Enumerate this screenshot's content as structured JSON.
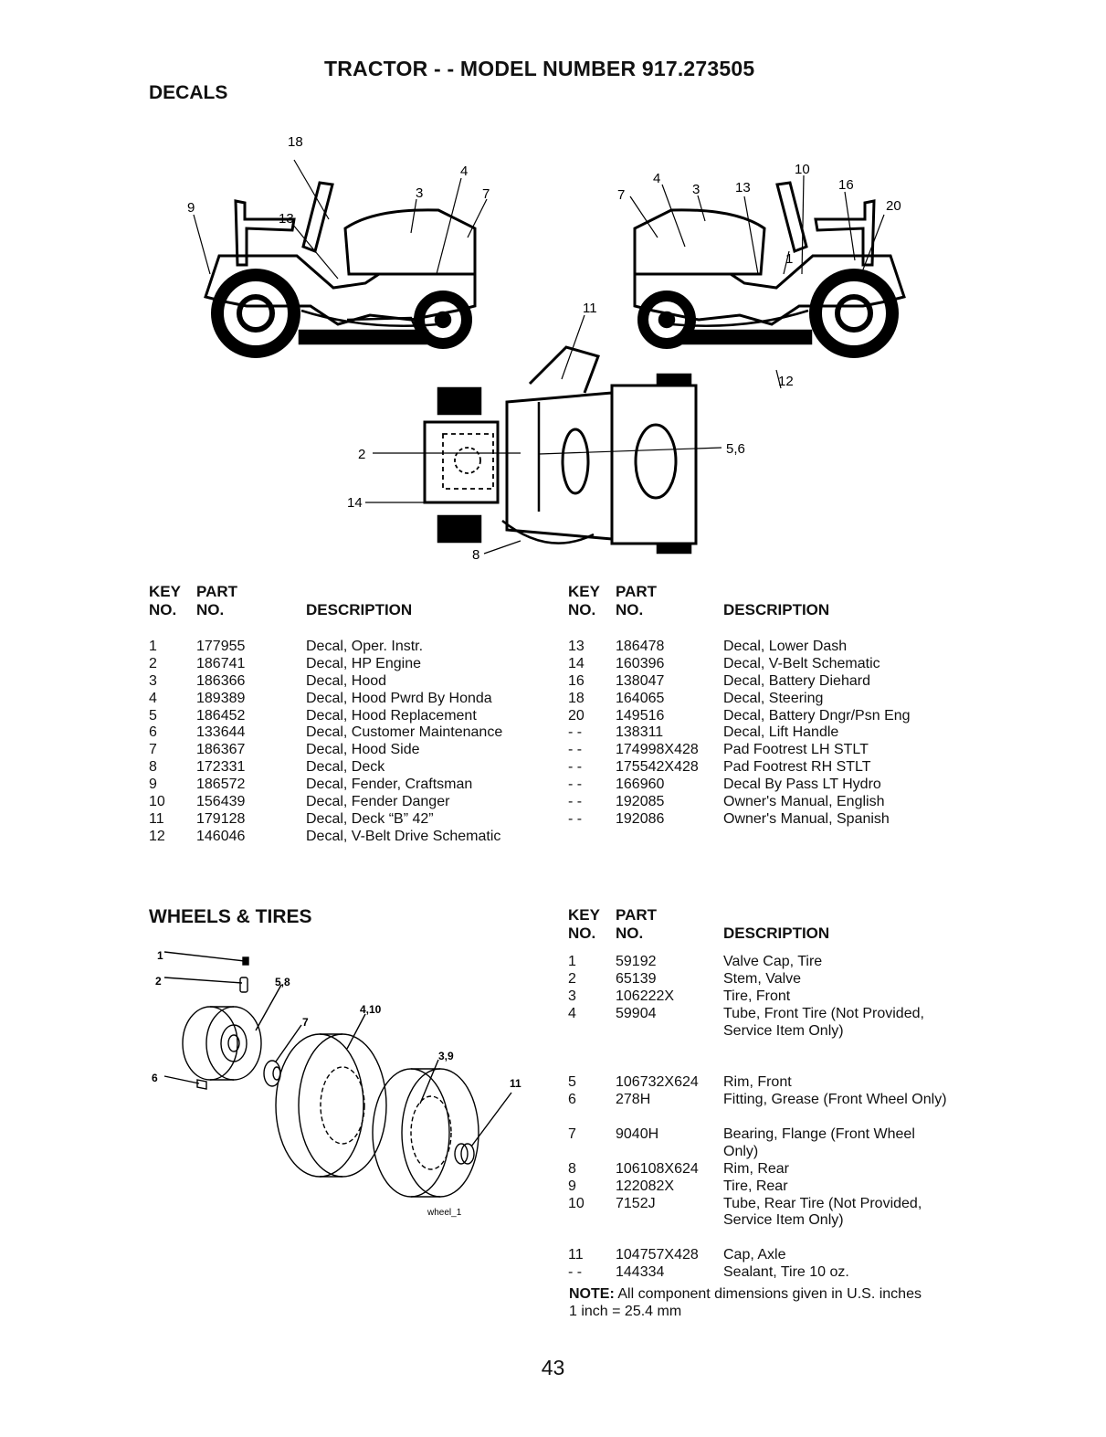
{
  "title": "TRACTOR - - MODEL NUMBER 917.273505",
  "decals": {
    "heading": "DECALS",
    "callouts": {
      "c18": "18",
      "c9": "9",
      "c13a": "13",
      "c3a": "3",
      "c4a": "4",
      "c7a": "7",
      "c7b": "7",
      "c4b": "4",
      "c3b": "3",
      "c13b": "13",
      "c10": "10",
      "c16": "16",
      "c20": "20",
      "c1": "1",
      "c11": "11",
      "c12": "12",
      "c2": "2",
      "c14": "14",
      "c56": "5,6",
      "c8": "8"
    },
    "header": {
      "key1": "KEY",
      "key2": "NO.",
      "part1": "PART",
      "part2": "NO.",
      "desc": "DESCRIPTION"
    },
    "left_rows": [
      {
        "key": "1",
        "part": "177955",
        "desc": "Decal, Oper. Instr."
      },
      {
        "key": "2",
        "part": "186741",
        "desc": "Decal, HP Engine"
      },
      {
        "key": "3",
        "part": "186366",
        "desc": "Decal, Hood"
      },
      {
        "key": "4",
        "part": "189389",
        "desc": "Decal, Hood Pwrd By Honda"
      },
      {
        "key": "5",
        "part": "186452",
        "desc": "Decal,  Hood Replacement"
      },
      {
        "key": "6",
        "part": "133644",
        "desc": "Decal, Customer Maintenance"
      },
      {
        "key": "7",
        "part": "186367",
        "desc": "Decal, Hood Side"
      },
      {
        "key": "8",
        "part": "172331",
        "desc": "Decal, Deck"
      },
      {
        "key": "9",
        "part": "186572",
        "desc": "Decal, Fender, Craftsman"
      },
      {
        "key": "10",
        "part": "156439",
        "desc": "Decal, Fender Danger"
      },
      {
        "key": "11",
        "part": "179128",
        "desc": "Decal, Deck “B” 42”"
      },
      {
        "key": "12",
        "part": "146046",
        "desc": "Decal, V-Belt Drive Schematic"
      }
    ],
    "right_rows": [
      {
        "key": "13",
        "part": "186478",
        "desc": "Decal, Lower Dash"
      },
      {
        "key": "14",
        "part": "160396",
        "desc": "Decal, V-Belt Schematic"
      },
      {
        "key": "16",
        "part": "138047",
        "desc": "Decal, Battery Diehard"
      },
      {
        "key": "18",
        "part": "164065",
        "desc": "Decal, Steering"
      },
      {
        "key": "20",
        "part": "149516",
        "desc": "Decal, Battery Dngr/Psn Eng"
      },
      {
        "key": "- -",
        "part": "138311",
        "desc": "Decal, Lift Handle"
      },
      {
        "key": "- -",
        "part": "174998X428",
        "desc": "Pad Footrest LH STLT"
      },
      {
        "key": "- -",
        "part": "175542X428",
        "desc": "Pad Footrest RH STLT"
      },
      {
        "key": "- -",
        "part": "166960",
        "desc": "Decal By Pass  LT Hydro"
      },
      {
        "key": "- -",
        "part": "192085",
        "desc": "Owner's Manual, English"
      },
      {
        "key": "- -",
        "part": "192086",
        "desc": "Owner's Manual, Spanish"
      }
    ]
  },
  "wheels": {
    "heading": "WHEELS & TIRES",
    "callouts": {
      "c1": "1",
      "c2": "2",
      "c58": "5,8",
      "c410": "4,10",
      "c7": "7",
      "c39": "3,9",
      "c11": "11",
      "c6": "6",
      "fig": "wheel_1"
    },
    "header": {
      "key1": "KEY",
      "key2": "NO.",
      "part1": "PART",
      "part2": "NO.",
      "desc": "DESCRIPTION"
    },
    "rows": [
      {
        "key": "1",
        "part": "59192",
        "desc": "Valve Cap, Tire"
      },
      {
        "key": "2",
        "part": "65139",
        "desc": "Stem, Valve"
      },
      {
        "key": "3",
        "part": "106222X",
        "desc": "Tire, Front"
      },
      {
        "key": "4",
        "part": "59904",
        "desc": "Tube, Front Tire (Not Provided, Service Item Only)"
      },
      {
        "key": "5",
        "part": "106732X624",
        "desc": "Rim, Front"
      },
      {
        "key": "6",
        "part": "278H",
        "desc": "Fitting, Grease (Front Wheel Only)"
      },
      {
        "key": "7",
        "part": "9040H",
        "desc": "Bearing, Flange (Front Wheel Only)"
      },
      {
        "key": "8",
        "part": "106108X624",
        "desc": "Rim, Rear"
      },
      {
        "key": "9",
        "part": "122082X",
        "desc": "Tire, Rear"
      },
      {
        "key": "10",
        "part": "7152J",
        "desc": "Tube, Rear Tire (Not Provided, Service Item Only)"
      },
      {
        "key": "11",
        "part": "104757X428",
        "desc": "Cap, Axle"
      },
      {
        "key": "- -",
        "part": "144334",
        "desc": "Sealant, Tire 10 oz."
      }
    ]
  },
  "note": {
    "label": "NOTE:",
    "text": "All component dimensions given in U.S. inches",
    "line2": "1 inch = 25.4 mm"
  },
  "page_number": "43"
}
